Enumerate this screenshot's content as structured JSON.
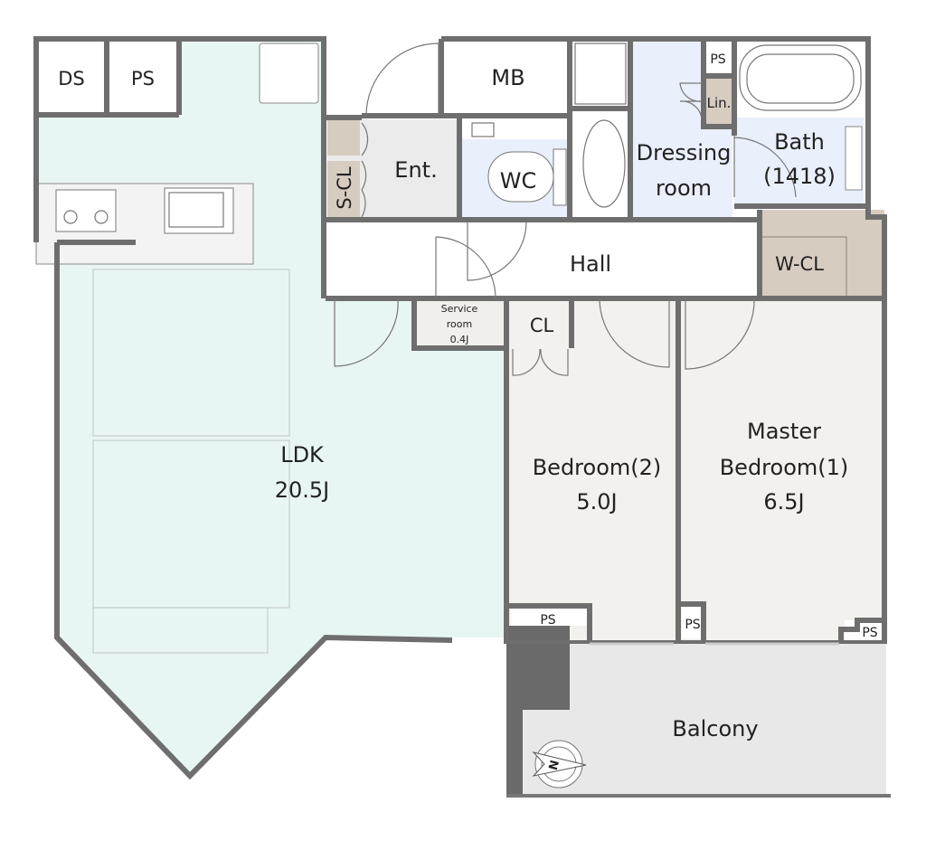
{
  "plan": {
    "rooms": {
      "ds": "DS",
      "ps_top_left": "PS",
      "ldk_name": "LDK",
      "ldk_size": "20.5J",
      "mb": "MB",
      "ent": "Ent.",
      "scl": "S-CL",
      "wc": "WC",
      "dressing_1": "Dressing",
      "dressing_2": "room",
      "ps_top_right": "PS",
      "lin": "Lin.",
      "bath_1": "Bath",
      "bath_2": "(1418)",
      "hall": "Hall",
      "wcl": "W-CL",
      "service_1": "Service",
      "service_2": "room",
      "service_size": "0.4J",
      "cl": "CL",
      "bed2_name": "Bedroom(2)",
      "bed2_size": "5.0J",
      "master_1": "Master",
      "master_2": "Bedroom(1)",
      "master_size": "6.5J",
      "ps_bottom_1": "PS",
      "ps_bottom_2": "PS",
      "ps_bottom_3": "PS",
      "balcony": "Balcony"
    },
    "compass_label": "N",
    "colors": {
      "wall": "#6e6e6e",
      "ldk": "#e8f6f3",
      "wet": "#e9effb",
      "storage": "#d7ccc0",
      "bedroom": "#f2f1ee",
      "entrance": "#ebebeb",
      "balcony": "#e8e8e8"
    }
  }
}
